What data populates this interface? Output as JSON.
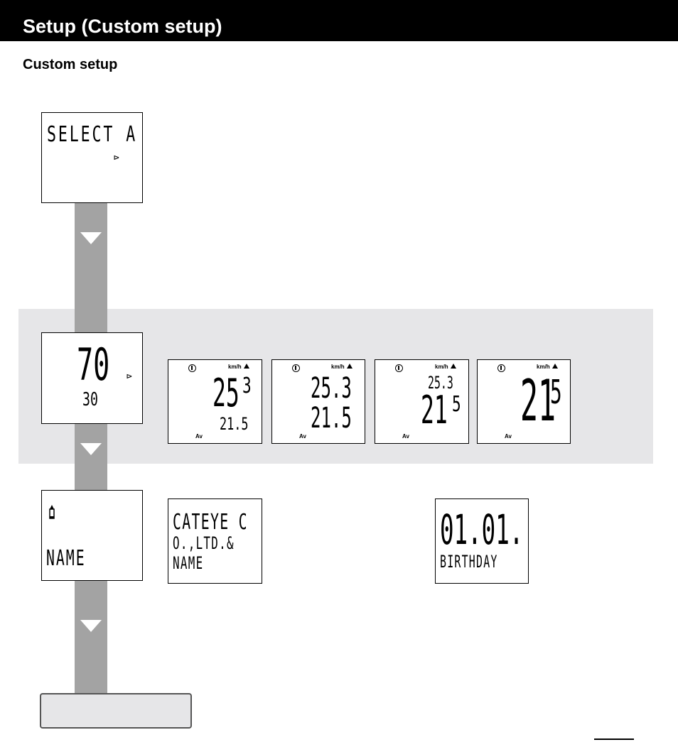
{
  "header": {
    "title": "Setup (Custom setup)"
  },
  "section": {
    "title": "Custom setup"
  },
  "screens": {
    "select": {
      "line1": "SELECT A",
      "cursor": "⊳"
    },
    "scale": {
      "top": "70",
      "bottom": "30",
      "cursor": "⊳"
    },
    "name": {
      "icon": "pen-icon",
      "label": "NAME"
    }
  },
  "examples": {
    "speed_unit": "km/h",
    "av_label": "Av",
    "layout_1": {
      "big": "25",
      "big_small": "3",
      "lower": "21.5"
    },
    "layout_2": {
      "upper": "25.3",
      "lower": "21.5"
    },
    "layout_3": {
      "upper": "25.3",
      "big": "21",
      "big_small": "5"
    },
    "layout_4": {
      "big": "21",
      "big_small": "5"
    },
    "name_display": {
      "line1": "CATEYE C",
      "line2": "O.,LTD.&",
      "line3": "NAME"
    },
    "birthday_display": {
      "date": "01.01.",
      "label": "BIRTHDAY"
    }
  },
  "colors": {
    "header_bg": "#000000",
    "band_bg": "#e6e6e8",
    "flow_bar": "#a3a3a3"
  }
}
